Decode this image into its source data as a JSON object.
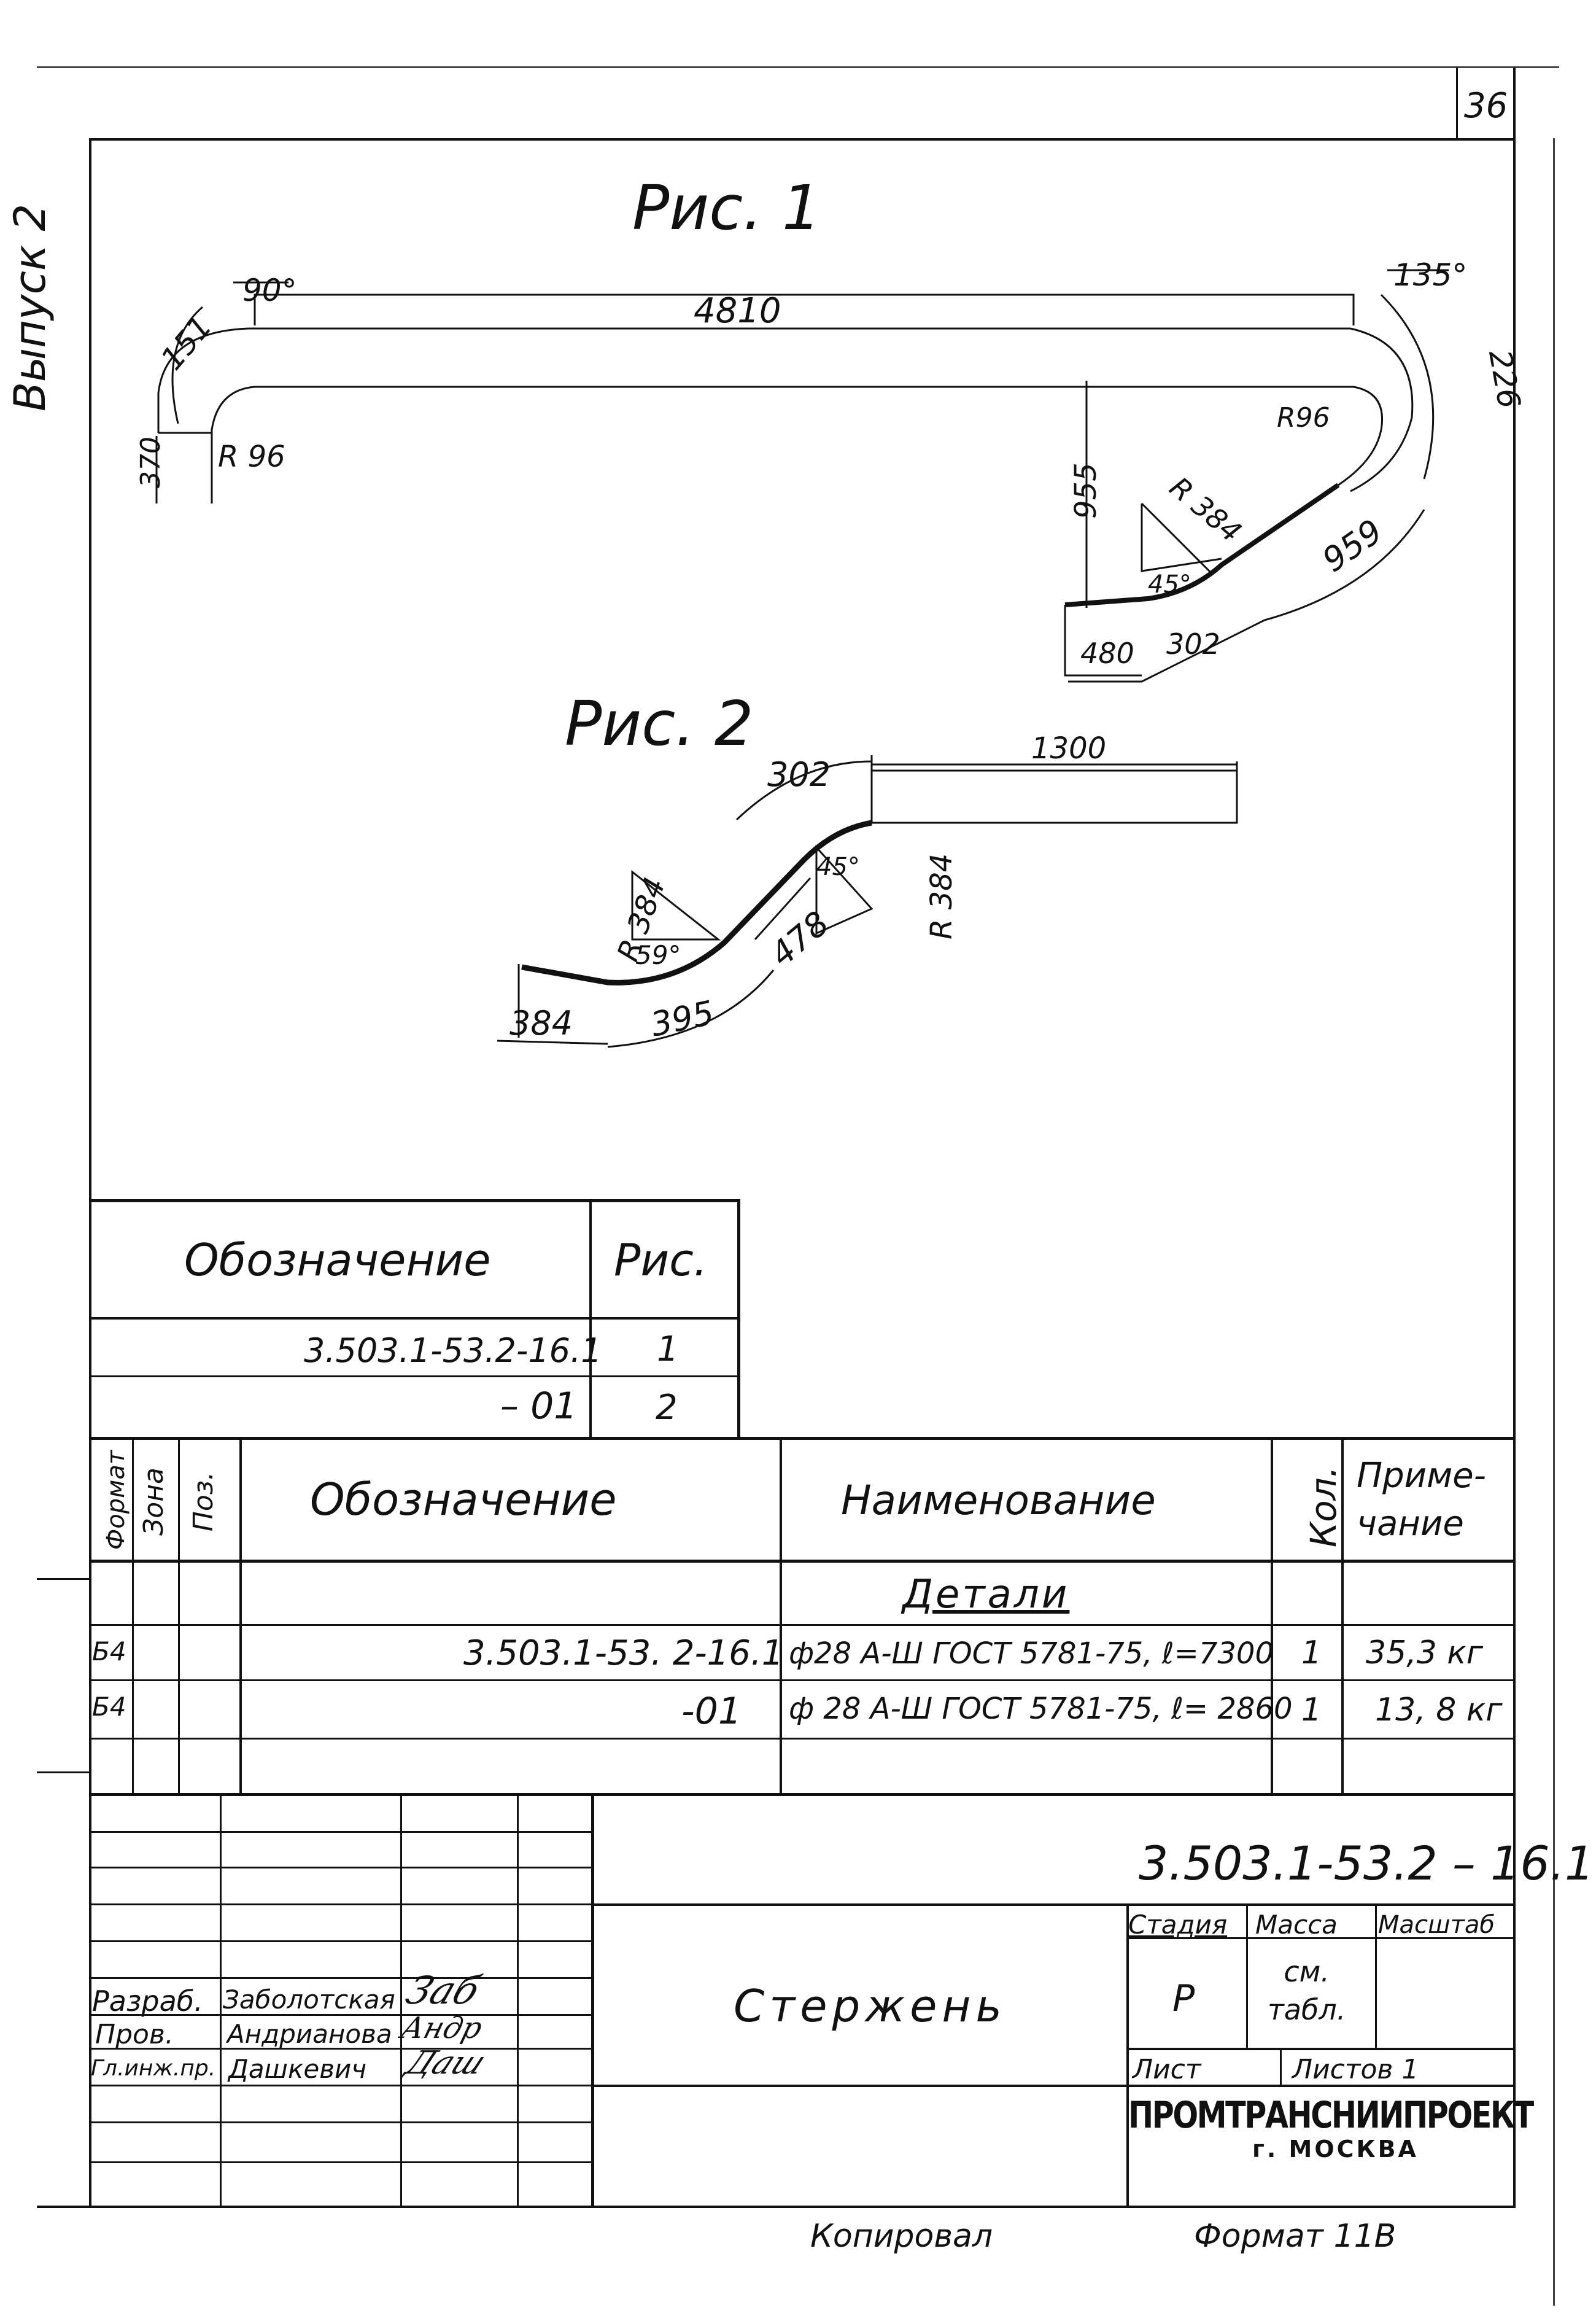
{
  "sheet": {
    "number": "36",
    "side_label": "Выпуск 2"
  },
  "fig1": {
    "title": "Рис. 1",
    "dims": {
      "a90": "90°",
      "l151": "151",
      "l4810": "4810",
      "a135": "135°",
      "l226": "226",
      "l370": "370",
      "r96a": "R 96",
      "r96b": "R96",
      "l955": "955",
      "r384": "R 384",
      "a45": "45°",
      "l959": "959",
      "l480": "480",
      "l302": "302"
    }
  },
  "fig2": {
    "title": "Рис. 2",
    "dims": {
      "l302": "302",
      "l1300": "1300",
      "a45": "45°",
      "r384a": "R 384",
      "r384b": "R 384",
      "a59": "59°",
      "l478": "478",
      "l384": "384",
      "l395": "395"
    }
  },
  "fig_table": {
    "header_designation": "Обозначение",
    "header_fig": "Рис.",
    "rows": [
      {
        "designation": "3.503.1-53.2-16.1",
        "fig": "1"
      },
      {
        "designation": "– 01",
        "fig": "2"
      }
    ]
  },
  "spec": {
    "headers": {
      "format": "Формат",
      "zone": "Зона",
      "pos": "Поз.",
      "designation": "Обозначение",
      "name": "Наименование",
      "qty": "Кол.",
      "note": "Приме-\nчание"
    },
    "section": "Детали",
    "rows": [
      {
        "format": "Б4",
        "designation": "3.503.1-53. 2-16.1",
        "name": "ф28 А-Ш ГОСТ 5781-75, ℓ=7300",
        "qty": "1",
        "note": "35,3 кг"
      },
      {
        "format": "Б4",
        "designation": "-01",
        "name": "ф 28 А-Ш ГОСТ 5781-75, ℓ= 2860",
        "qty": "1",
        "note": "13, 8 кг"
      }
    ]
  },
  "title_block": {
    "doc_code": "3.503.1-53.2 – 16.1",
    "item_name": "Стержень",
    "stage_label": "Стадия",
    "mass_label": "Масса",
    "scale_label": "Масштаб",
    "stage_value": "Р",
    "mass_value": "см.\nтабл.",
    "sheet_label": "Лист",
    "sheets_label": "Листов 1",
    "org": "ПРОМТРАНСНИИПРОЕКТ",
    "city": "г. МОСКВА",
    "people": [
      {
        "role": "Разраб.",
        "name": "Заболотская",
        "signature": "Заб"
      },
      {
        "role": "Пров.",
        "name": "Андрианова",
        "signature": "Андр"
      },
      {
        "role": "Гл.инж.пр.",
        "name": "Дашкевич",
        "signature": "Даш"
      }
    ]
  },
  "footer": {
    "copied": "Копировал",
    "format": "Формат 11В"
  }
}
